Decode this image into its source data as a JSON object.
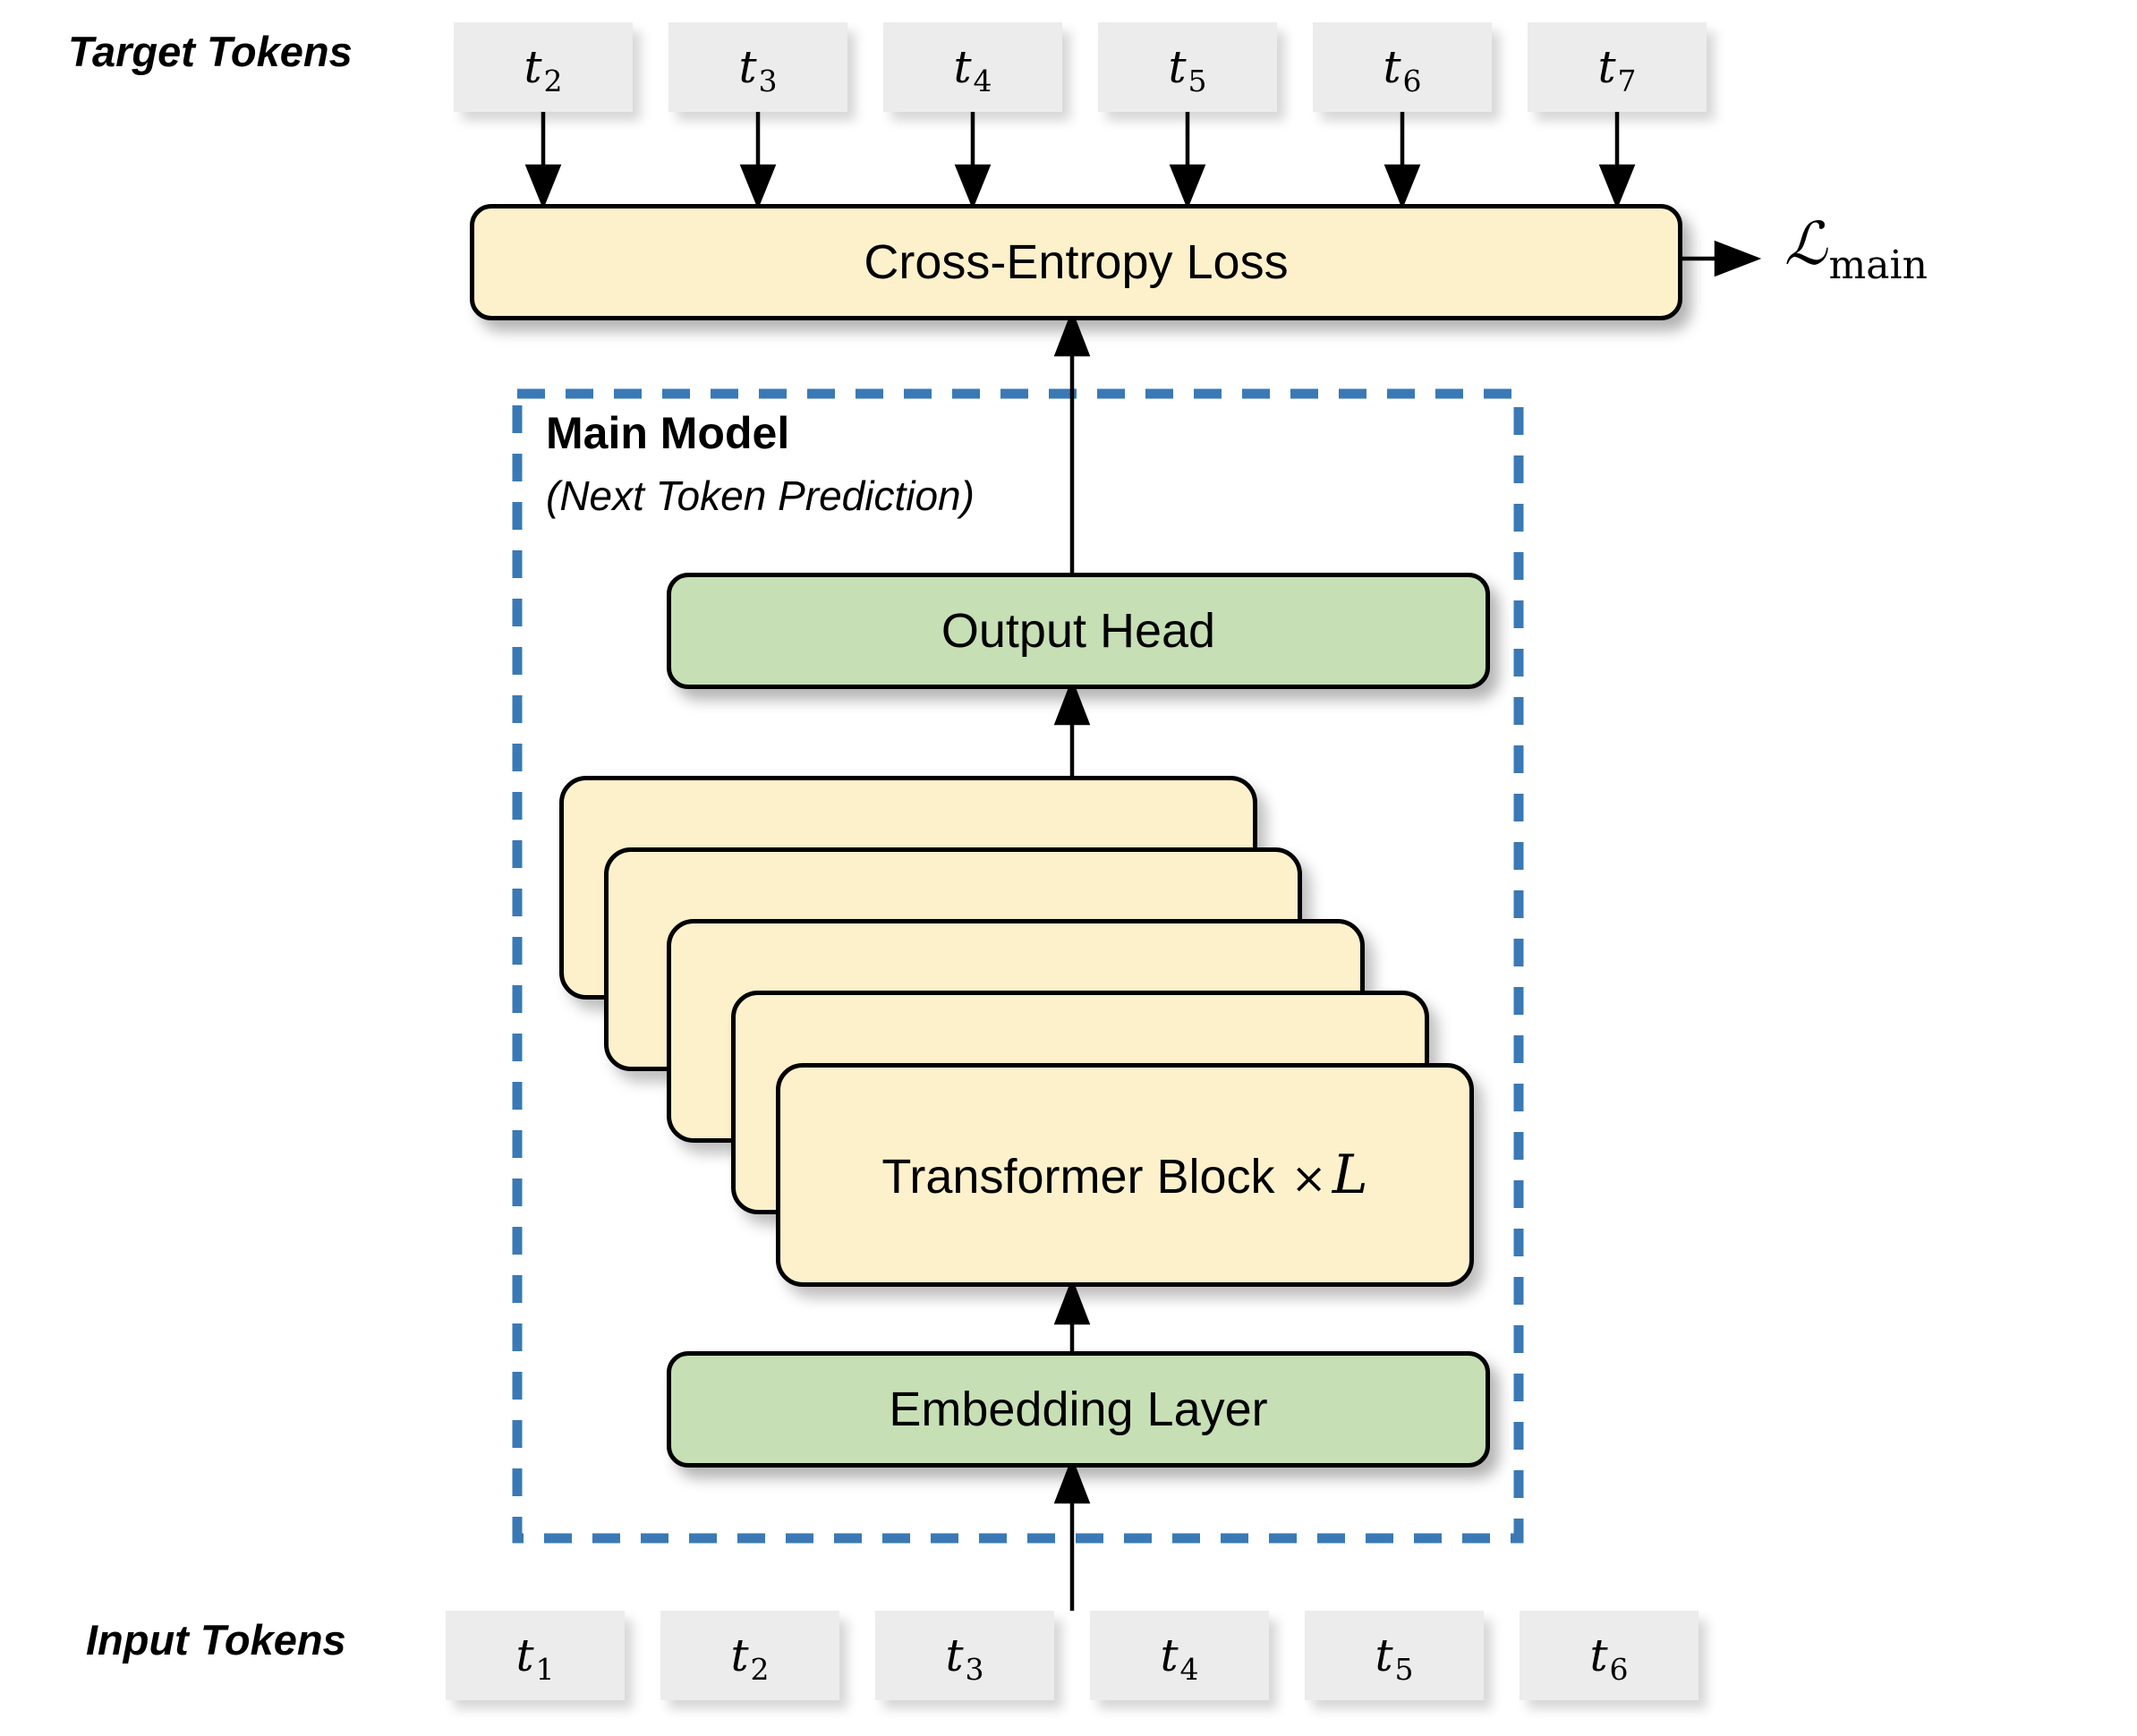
{
  "colors": {
    "cream": "#FCF1CB",
    "green": "#C6DFB4",
    "gray": "#ECECEC",
    "dash_blue": "#3A79B5",
    "line_black": "#000000"
  },
  "target_row": {
    "label": "Target Tokens",
    "tokens": [
      {
        "base": "t",
        "sub": "2"
      },
      {
        "base": "t",
        "sub": "3"
      },
      {
        "base": "t",
        "sub": "4"
      },
      {
        "base": "t",
        "sub": "5"
      },
      {
        "base": "t",
        "sub": "6"
      },
      {
        "base": "t",
        "sub": "7"
      }
    ]
  },
  "input_row": {
    "label": "Input Tokens",
    "tokens": [
      {
        "base": "t",
        "sub": "1"
      },
      {
        "base": "t",
        "sub": "2"
      },
      {
        "base": "t",
        "sub": "3"
      },
      {
        "base": "t",
        "sub": "4"
      },
      {
        "base": "t",
        "sub": "5"
      },
      {
        "base": "t",
        "sub": "6"
      }
    ]
  },
  "loss_box": {
    "label": "Cross-Entropy Loss"
  },
  "loss_output": {
    "base": "ℒ",
    "sub": "main"
  },
  "main_model": {
    "title": "Main Model",
    "subtitle": "(Next Token Prediction)"
  },
  "output_head": {
    "label": "Output Head"
  },
  "transformer": {
    "label": "Transformer Block",
    "times": "×",
    "multiplier": "L",
    "stack_count": 5
  },
  "embedding": {
    "label": "Embedding Layer"
  }
}
